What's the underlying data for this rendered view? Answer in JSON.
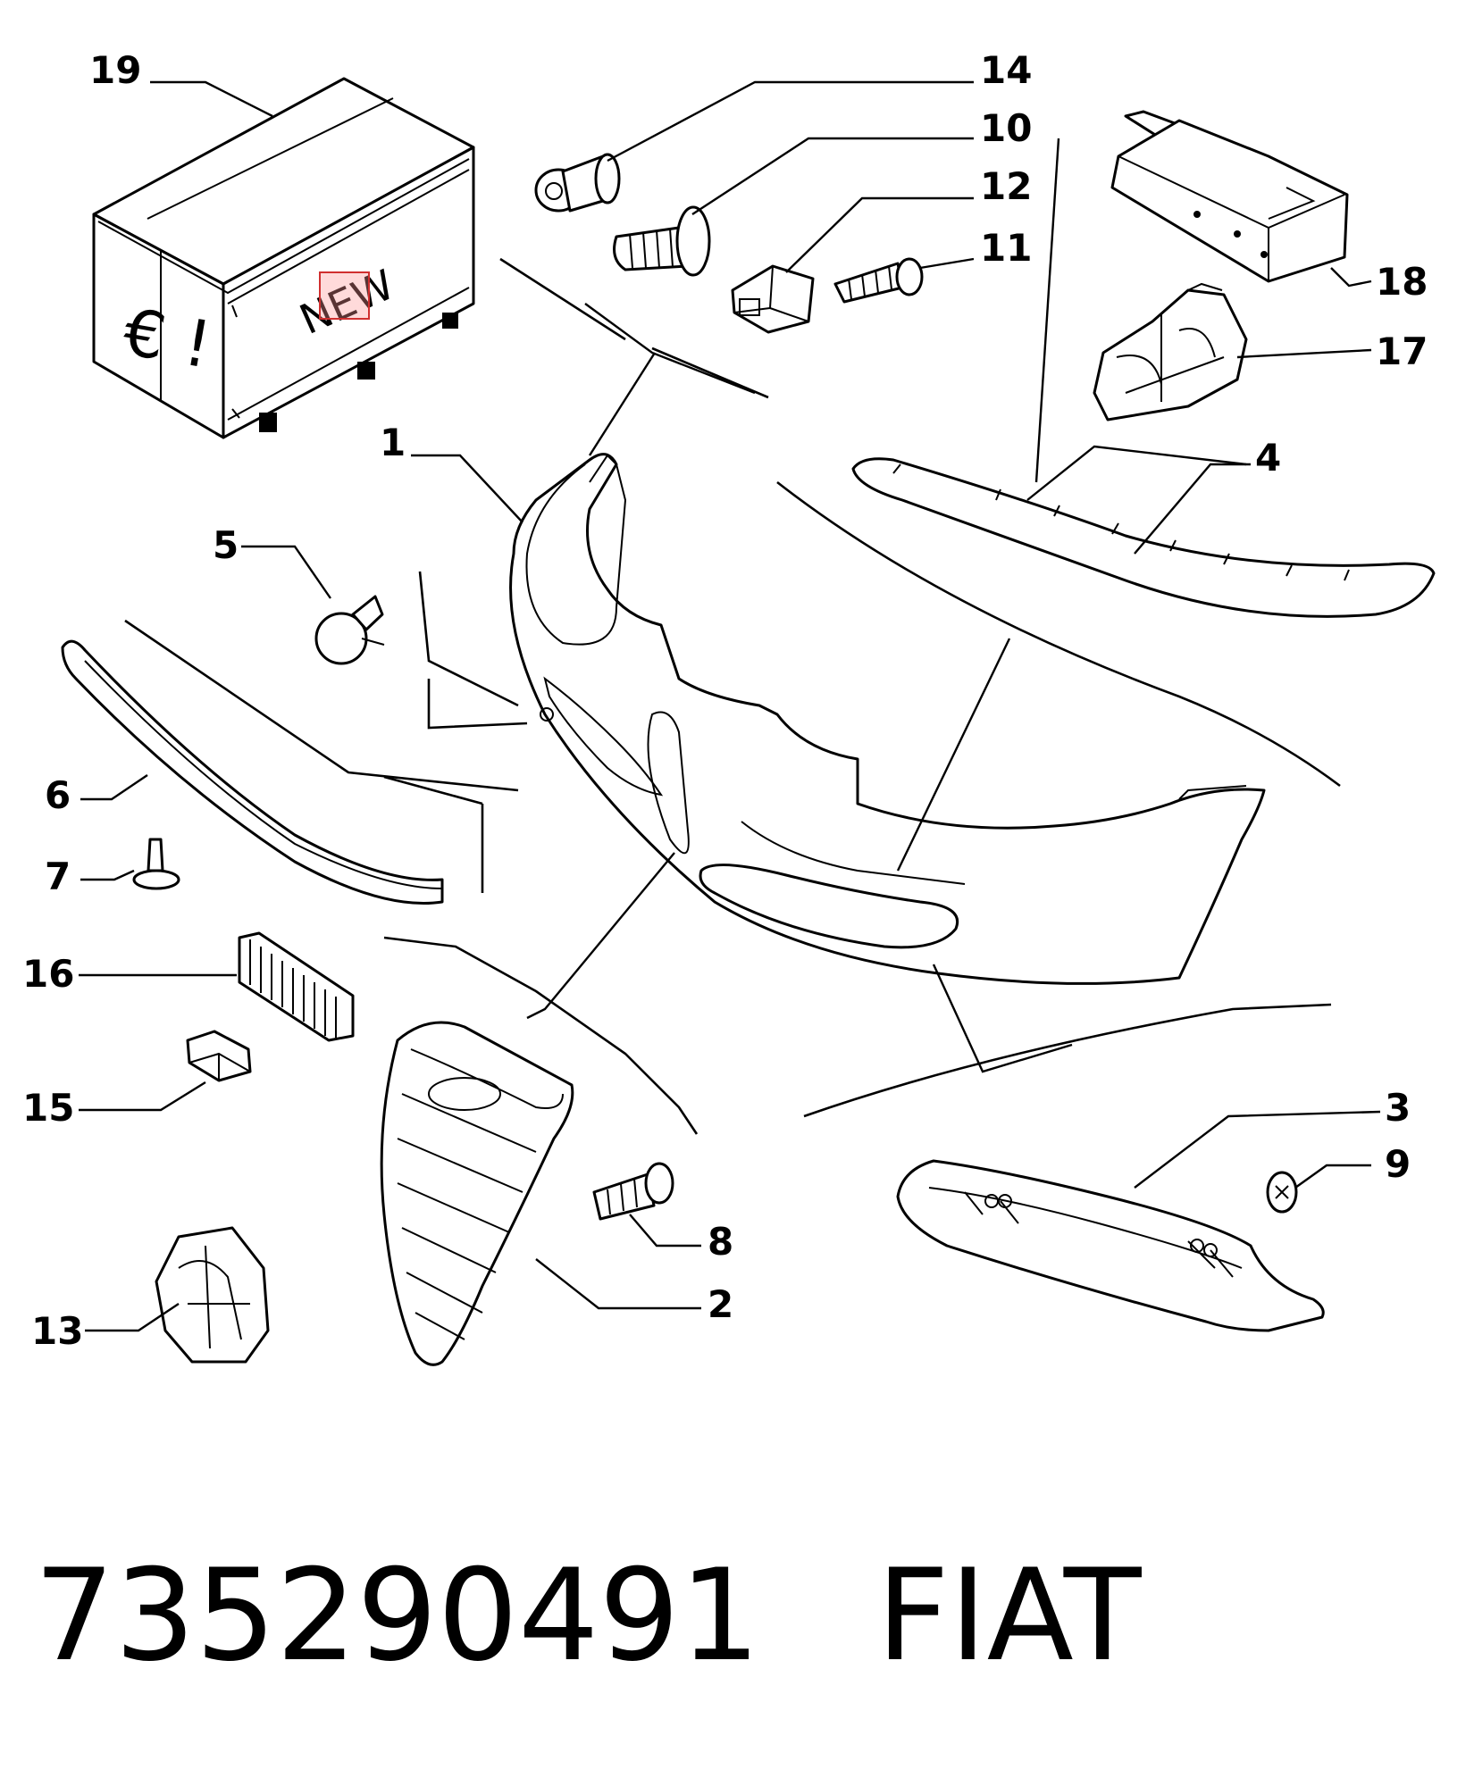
{
  "callouts": [
    "19",
    "14",
    "10",
    "12",
    "11",
    "18",
    "17",
    "1",
    "4",
    "5",
    "6",
    "7",
    "16",
    "15",
    "3",
    "9",
    "8",
    "2",
    "13"
  ],
  "box": {
    "euro_mark": "€ !",
    "new_mark": "NEW"
  },
  "footer": {
    "part_number": "735290491",
    "brand": "FIAT"
  }
}
